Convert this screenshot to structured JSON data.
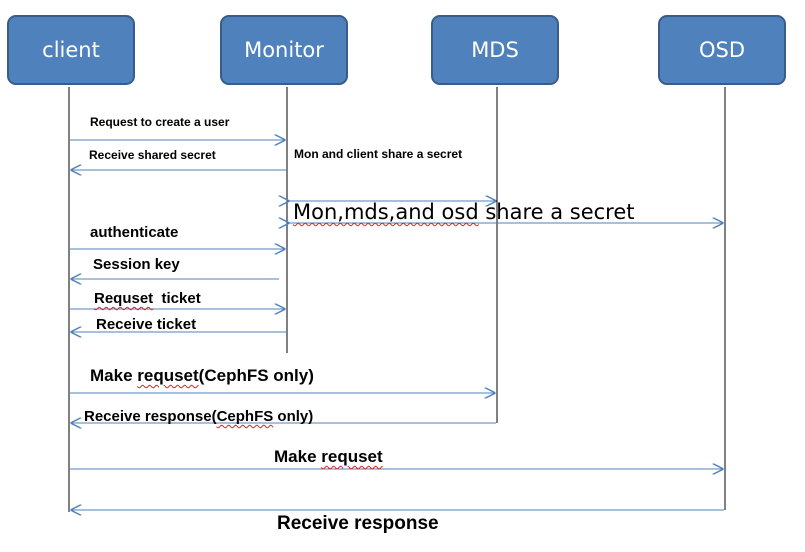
{
  "actors": {
    "client": "client",
    "monitor": "Monitor",
    "mds": "MDS",
    "osd": "OSD"
  },
  "messages": {
    "request_create_user": "Request to create a user",
    "receive_shared_secret": "Receive shared secret",
    "mon_client_share_secret": "Mon and client share a secret",
    "mon_mds_osd_share_secret": {
      "prefix": "Mon,mds,and osd",
      "suffix": " share a secret"
    },
    "authenticate": "authenticate",
    "session_key": "Session key",
    "request_ticket": {
      "word": "Requset",
      "rest": "  ticket"
    },
    "receive_ticket": "Receive ticket",
    "make_request_cephfs": {
      "prefix": "Make ",
      "word": "requset",
      "rest": "(CephFS only)"
    },
    "receive_response_cephfs": {
      "prefix": "Receive response(",
      "word": "CephFS",
      "rest": " only)"
    },
    "make_request": {
      "prefix": "Make ",
      "word": "requset"
    },
    "receive_response": "Receive response"
  },
  "colors": {
    "actor_fill": "#4f81bd",
    "actor_border": "#385d8a",
    "arrow": "#4f81bd",
    "lifeline": "#000000",
    "spellcheck_underline": "#e02020"
  }
}
